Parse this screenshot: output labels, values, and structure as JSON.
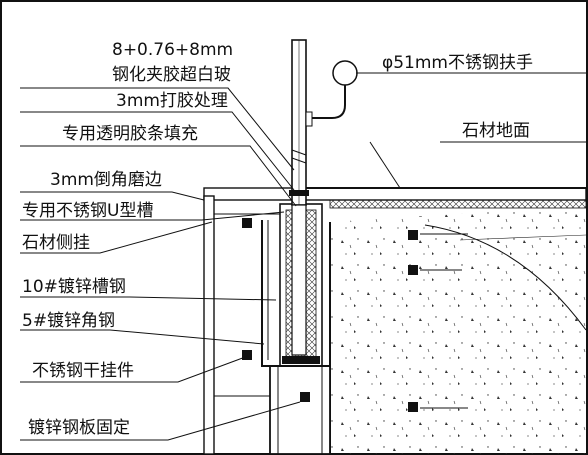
{
  "labels": {
    "glass_spec_1": "8+0.76+8mm",
    "glass_spec_2": "钢化夹胶超白玻",
    "glue": "3mm打胶处理",
    "filler": "专用透明胶条填充",
    "chamfer": "3mm倒角磨边",
    "u_channel": "专用不锈钢U型槽",
    "side_hang": "石材侧挂",
    "channel_steel": "10#镀锌槽钢",
    "angle_steel": "5#镀锌角钢",
    "dry_hang": "不锈钢干挂件",
    "plate_fix": "镀锌钢板固定",
    "handrail": "φ51mm不锈钢扶手",
    "stone_floor": "石材地面"
  },
  "colors": {
    "line": "#111111",
    "background": "#ffffff"
  }
}
